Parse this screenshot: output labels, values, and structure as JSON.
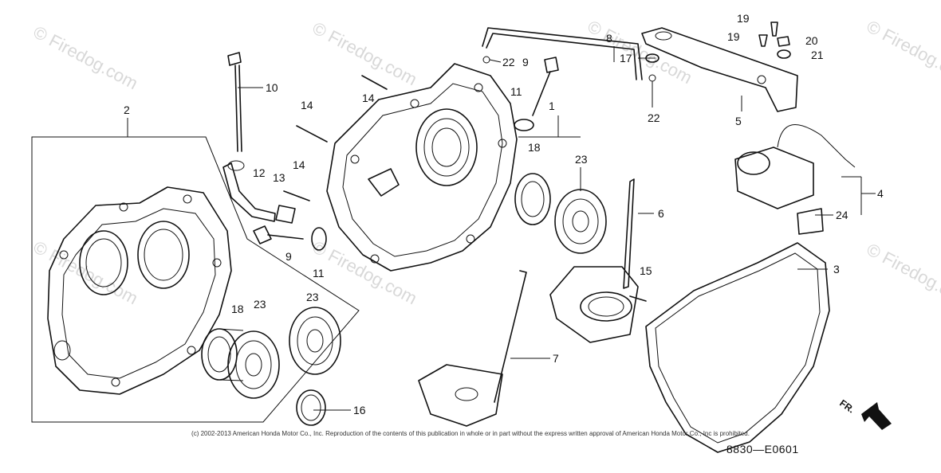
{
  "watermark": {
    "text": "© Firedog.com"
  },
  "callouts": [
    {
      "id": "1",
      "label": "1"
    },
    {
      "id": "2",
      "label": "2"
    },
    {
      "id": "3",
      "label": "3"
    },
    {
      "id": "4",
      "label": "4"
    },
    {
      "id": "5",
      "label": "5"
    },
    {
      "id": "6",
      "label": "6"
    },
    {
      "id": "7",
      "label": "7"
    },
    {
      "id": "8",
      "label": "8"
    },
    {
      "id": "9a",
      "label": "9"
    },
    {
      "id": "9b",
      "label": "9"
    },
    {
      "id": "10",
      "label": "10"
    },
    {
      "id": "11a",
      "label": "11"
    },
    {
      "id": "11b",
      "label": "11"
    },
    {
      "id": "12",
      "label": "12"
    },
    {
      "id": "13",
      "label": "13"
    },
    {
      "id": "14a",
      "label": "14"
    },
    {
      "id": "14b",
      "label": "14"
    },
    {
      "id": "14c",
      "label": "14"
    },
    {
      "id": "15",
      "label": "15"
    },
    {
      "id": "16",
      "label": "16"
    },
    {
      "id": "17",
      "label": "17"
    },
    {
      "id": "18a",
      "label": "18"
    },
    {
      "id": "18b",
      "label": "18"
    },
    {
      "id": "19a",
      "label": "19"
    },
    {
      "id": "19b",
      "label": "19"
    },
    {
      "id": "20",
      "label": "20"
    },
    {
      "id": "21",
      "label": "21"
    },
    {
      "id": "22a",
      "label": "22"
    },
    {
      "id": "22b",
      "label": "22"
    },
    {
      "id": "23a",
      "label": "23"
    },
    {
      "id": "23b",
      "label": "23"
    },
    {
      "id": "23c",
      "label": "23"
    },
    {
      "id": "24",
      "label": "24"
    }
  ],
  "direction_label": "FR.",
  "copyright": "(c) 2002-2013 American Honda Motor Co., Inc. Reproduction of the contents of this publication in whole or in part without the express written approval of American Honda Motor Co., Inc is prohibited.",
  "diagram_code": "8830—E0601"
}
